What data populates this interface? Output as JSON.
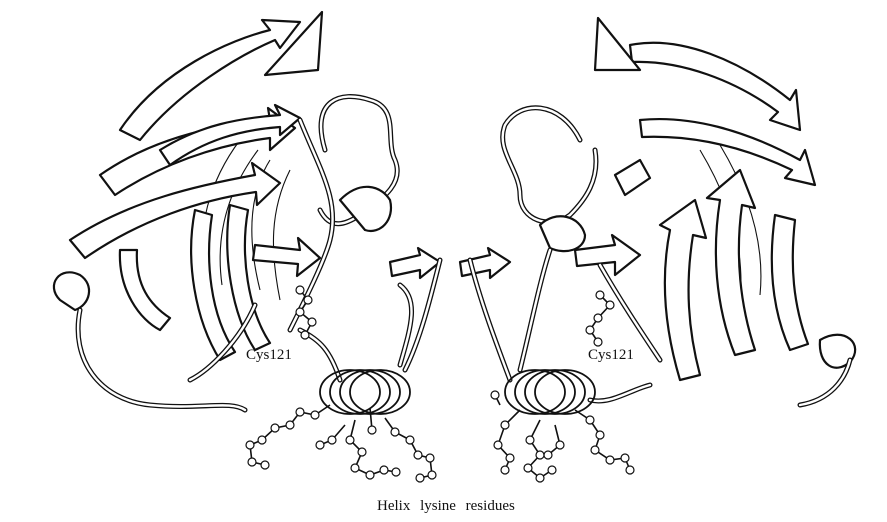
{
  "figure": {
    "left_label": "Cys121",
    "right_label": "Cys121",
    "caption": "Helix lysine residues"
  }
}
